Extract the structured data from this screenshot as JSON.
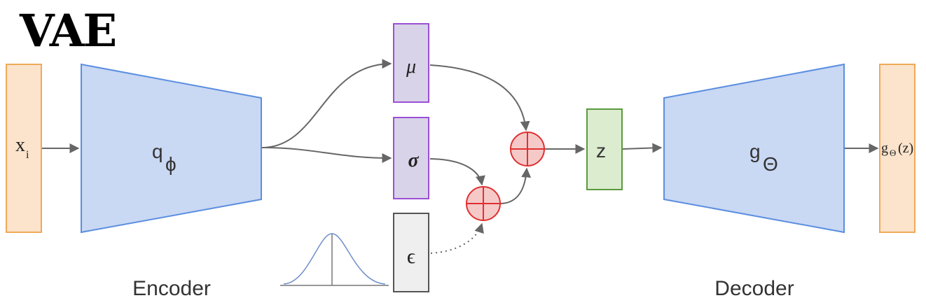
{
  "title": "VAE",
  "input": {
    "label": "x",
    "subscript": "i"
  },
  "encoder": {
    "label": "q",
    "subscript": "ϕ",
    "caption": "Encoder"
  },
  "mu": {
    "label": "μ"
  },
  "sigma": {
    "label": "σ"
  },
  "epsilon": {
    "label": "ϵ"
  },
  "latent": {
    "label": "z"
  },
  "decoder": {
    "label": "g",
    "subscript": "Θ",
    "caption": "Decoder"
  },
  "output": {
    "label": "g",
    "subscript": "Θ",
    "suffix": "(z)"
  },
  "colors": {
    "input_fill": "#fbe3cc",
    "input_stroke": "#f0a957",
    "network_fill": "#c9d8f3",
    "network_stroke": "#5b8ee0",
    "param_fill": "#d8d3e8",
    "param_stroke": "#9c4fd6",
    "noise_fill": "#efefef",
    "noise_stroke": "#555555",
    "latent_fill": "#dceccf",
    "latent_stroke": "#5b9a3f",
    "op_fill": "#f6c9c9",
    "op_stroke": "#e03030"
  }
}
